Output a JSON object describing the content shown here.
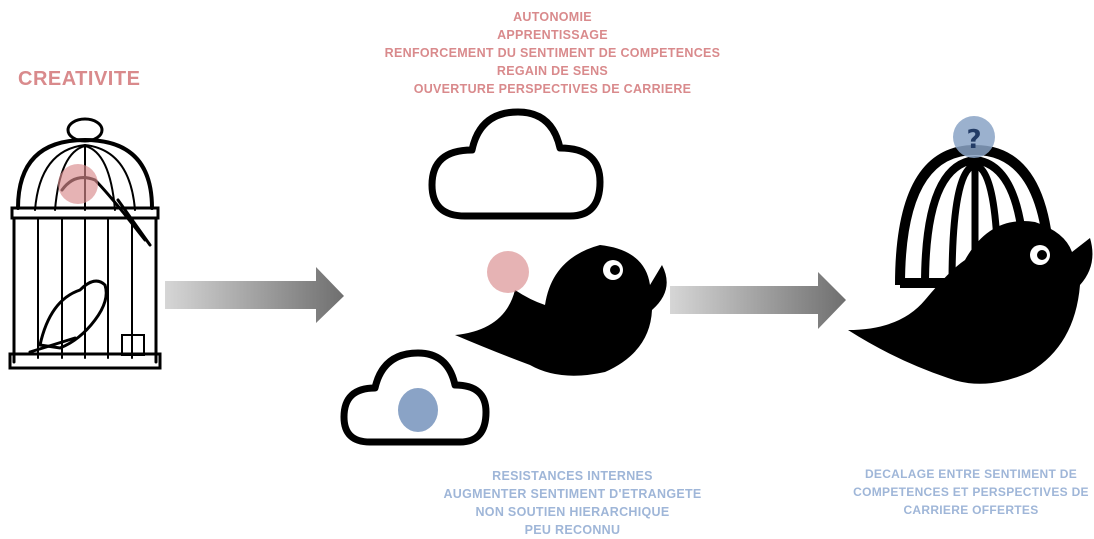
{
  "labels": {
    "creativite": "CREATIVITE",
    "positives": [
      "AUTONOMIE",
      "APPRENTISSAGE",
      "RENFORCEMENT DU SENTIMENT DE COMPETENCES",
      "REGAIN DE SENS",
      "OUVERTURE PERSPECTIVES DE CARRIERE"
    ],
    "negatives": [
      "RESISTANCES INTERNES",
      "AUGMENTER SENTIMENT D'ETRANGETE",
      "NON SOUTIEN HIERARCHIQUE",
      "PEU RECONNU"
    ],
    "result": [
      "DECALAGE ENTRE SENTIMENT DE",
      "COMPETENCES ET PERSPECTIVES DE",
      "CARRIERE OFFERTES"
    ],
    "question_mark": "?"
  },
  "colors": {
    "red_text": "#d98a8c",
    "blue_text": "#9fb6d8",
    "pink_dot": "#d88a8c",
    "blue_dot": "#8aa3c6",
    "ink": "#000000",
    "arrow_dark": "#6f6f6f",
    "arrow_light": "#d6d6d6"
  },
  "icons": [
    "birdcage-with-bird-icon",
    "arrow-right-icon",
    "cloud-icon",
    "flying-bird-icon",
    "bird-in-cage-icon"
  ]
}
